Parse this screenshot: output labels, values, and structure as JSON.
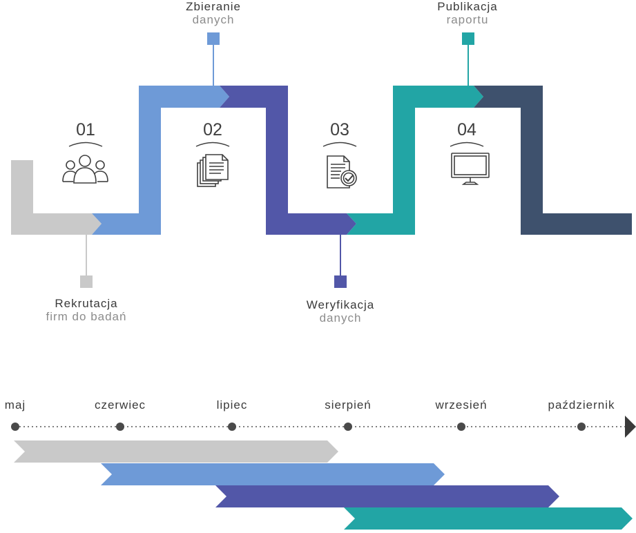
{
  "colors": {
    "gray": "#c9c9c9",
    "light_blue": "#6e9ad7",
    "indigo": "#5257a8",
    "teal": "#22a5a5",
    "navy": "#3e516d",
    "text_dark": "#3a3a3a",
    "text_muted": "#8c8c8c"
  },
  "steps": [
    {
      "num": "01",
      "icon": "people-icon"
    },
    {
      "num": "02",
      "icon": "documents-icon"
    },
    {
      "num": "03",
      "icon": "document-check-icon"
    },
    {
      "num": "04",
      "icon": "monitor-icon"
    }
  ],
  "milestones": [
    {
      "title": "Rekrutacja",
      "subtitle": "firm do badań"
    },
    {
      "title": "Zbieranie",
      "subtitle": "danych"
    },
    {
      "title": "Weryfikacja",
      "subtitle": "danych"
    },
    {
      "title": "Publikacja",
      "subtitle": "raportu"
    }
  ],
  "timeline": {
    "months": [
      "maj",
      "czerwiec",
      "lipiec",
      "sierpień",
      "wrzesień",
      "październik"
    ]
  }
}
